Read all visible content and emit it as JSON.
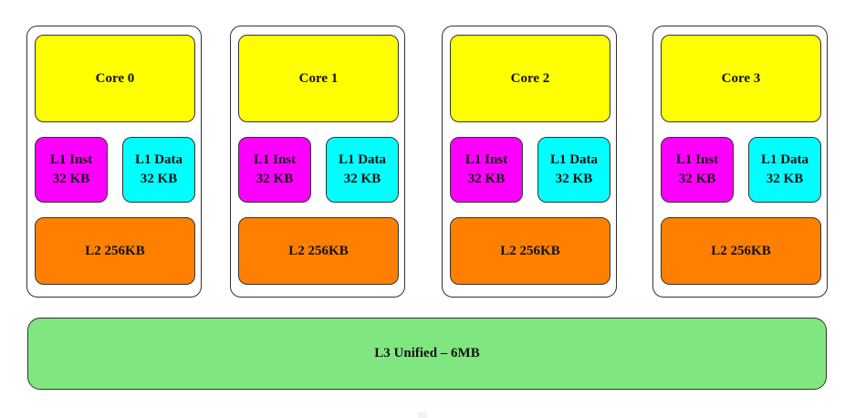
{
  "colors": {
    "core": "#ffff00",
    "l1_inst": "#ff00ff",
    "l1_data": "#00ffff",
    "l2": "#ff8000",
    "l3": "#80e680"
  },
  "cores": [
    {
      "core_label": "Core 0",
      "l1i_line1": "L1 Inst",
      "l1i_line2": "32 KB",
      "l1d_line1": "L1 Data",
      "l1d_line2": "32 KB",
      "l2_label": "L2 256KB"
    },
    {
      "core_label": "Core 1",
      "l1i_line1": "L1 Inst",
      "l1i_line2": "32 KB",
      "l1d_line1": "L1 Data",
      "l1d_line2": "32 KB",
      "l2_label": "L2 256KB"
    },
    {
      "core_label": "Core 2",
      "l1i_line1": "L1 Inst",
      "l1i_line2": "32 KB",
      "l1d_line1": "L1 Data",
      "l1d_line2": "32 KB",
      "l2_label": "L2 256KB"
    },
    {
      "core_label": "Core 3",
      "l1i_line1": "L1 Inst",
      "l1i_line2": "32 KB",
      "l1d_line1": "L1 Data",
      "l1d_line2": "32 KB",
      "l2_label": "L2 256KB"
    }
  ],
  "l3": {
    "label": "L3 Unified – 6MB"
  }
}
